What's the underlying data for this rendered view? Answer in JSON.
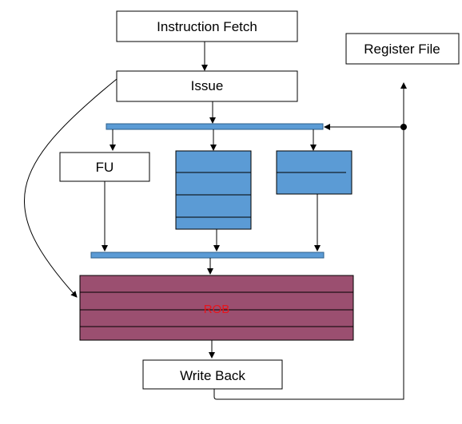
{
  "blocks": {
    "fetch": "Instruction Fetch",
    "issue": "Issue",
    "regfile": "Register File",
    "fu": "FU",
    "rob": "ROB",
    "writeback": "Write Back"
  },
  "colors": {
    "bus": "#5b9bd5",
    "bus_border": "#2e5f8a",
    "reservation": "#5b9bd5",
    "rob": "#9b4f70",
    "rob_text": "#e8141b",
    "line": "#000000"
  },
  "reservation_stations": {
    "middle_entries": 4,
    "right_entries": 2
  },
  "rob_rows": 4
}
